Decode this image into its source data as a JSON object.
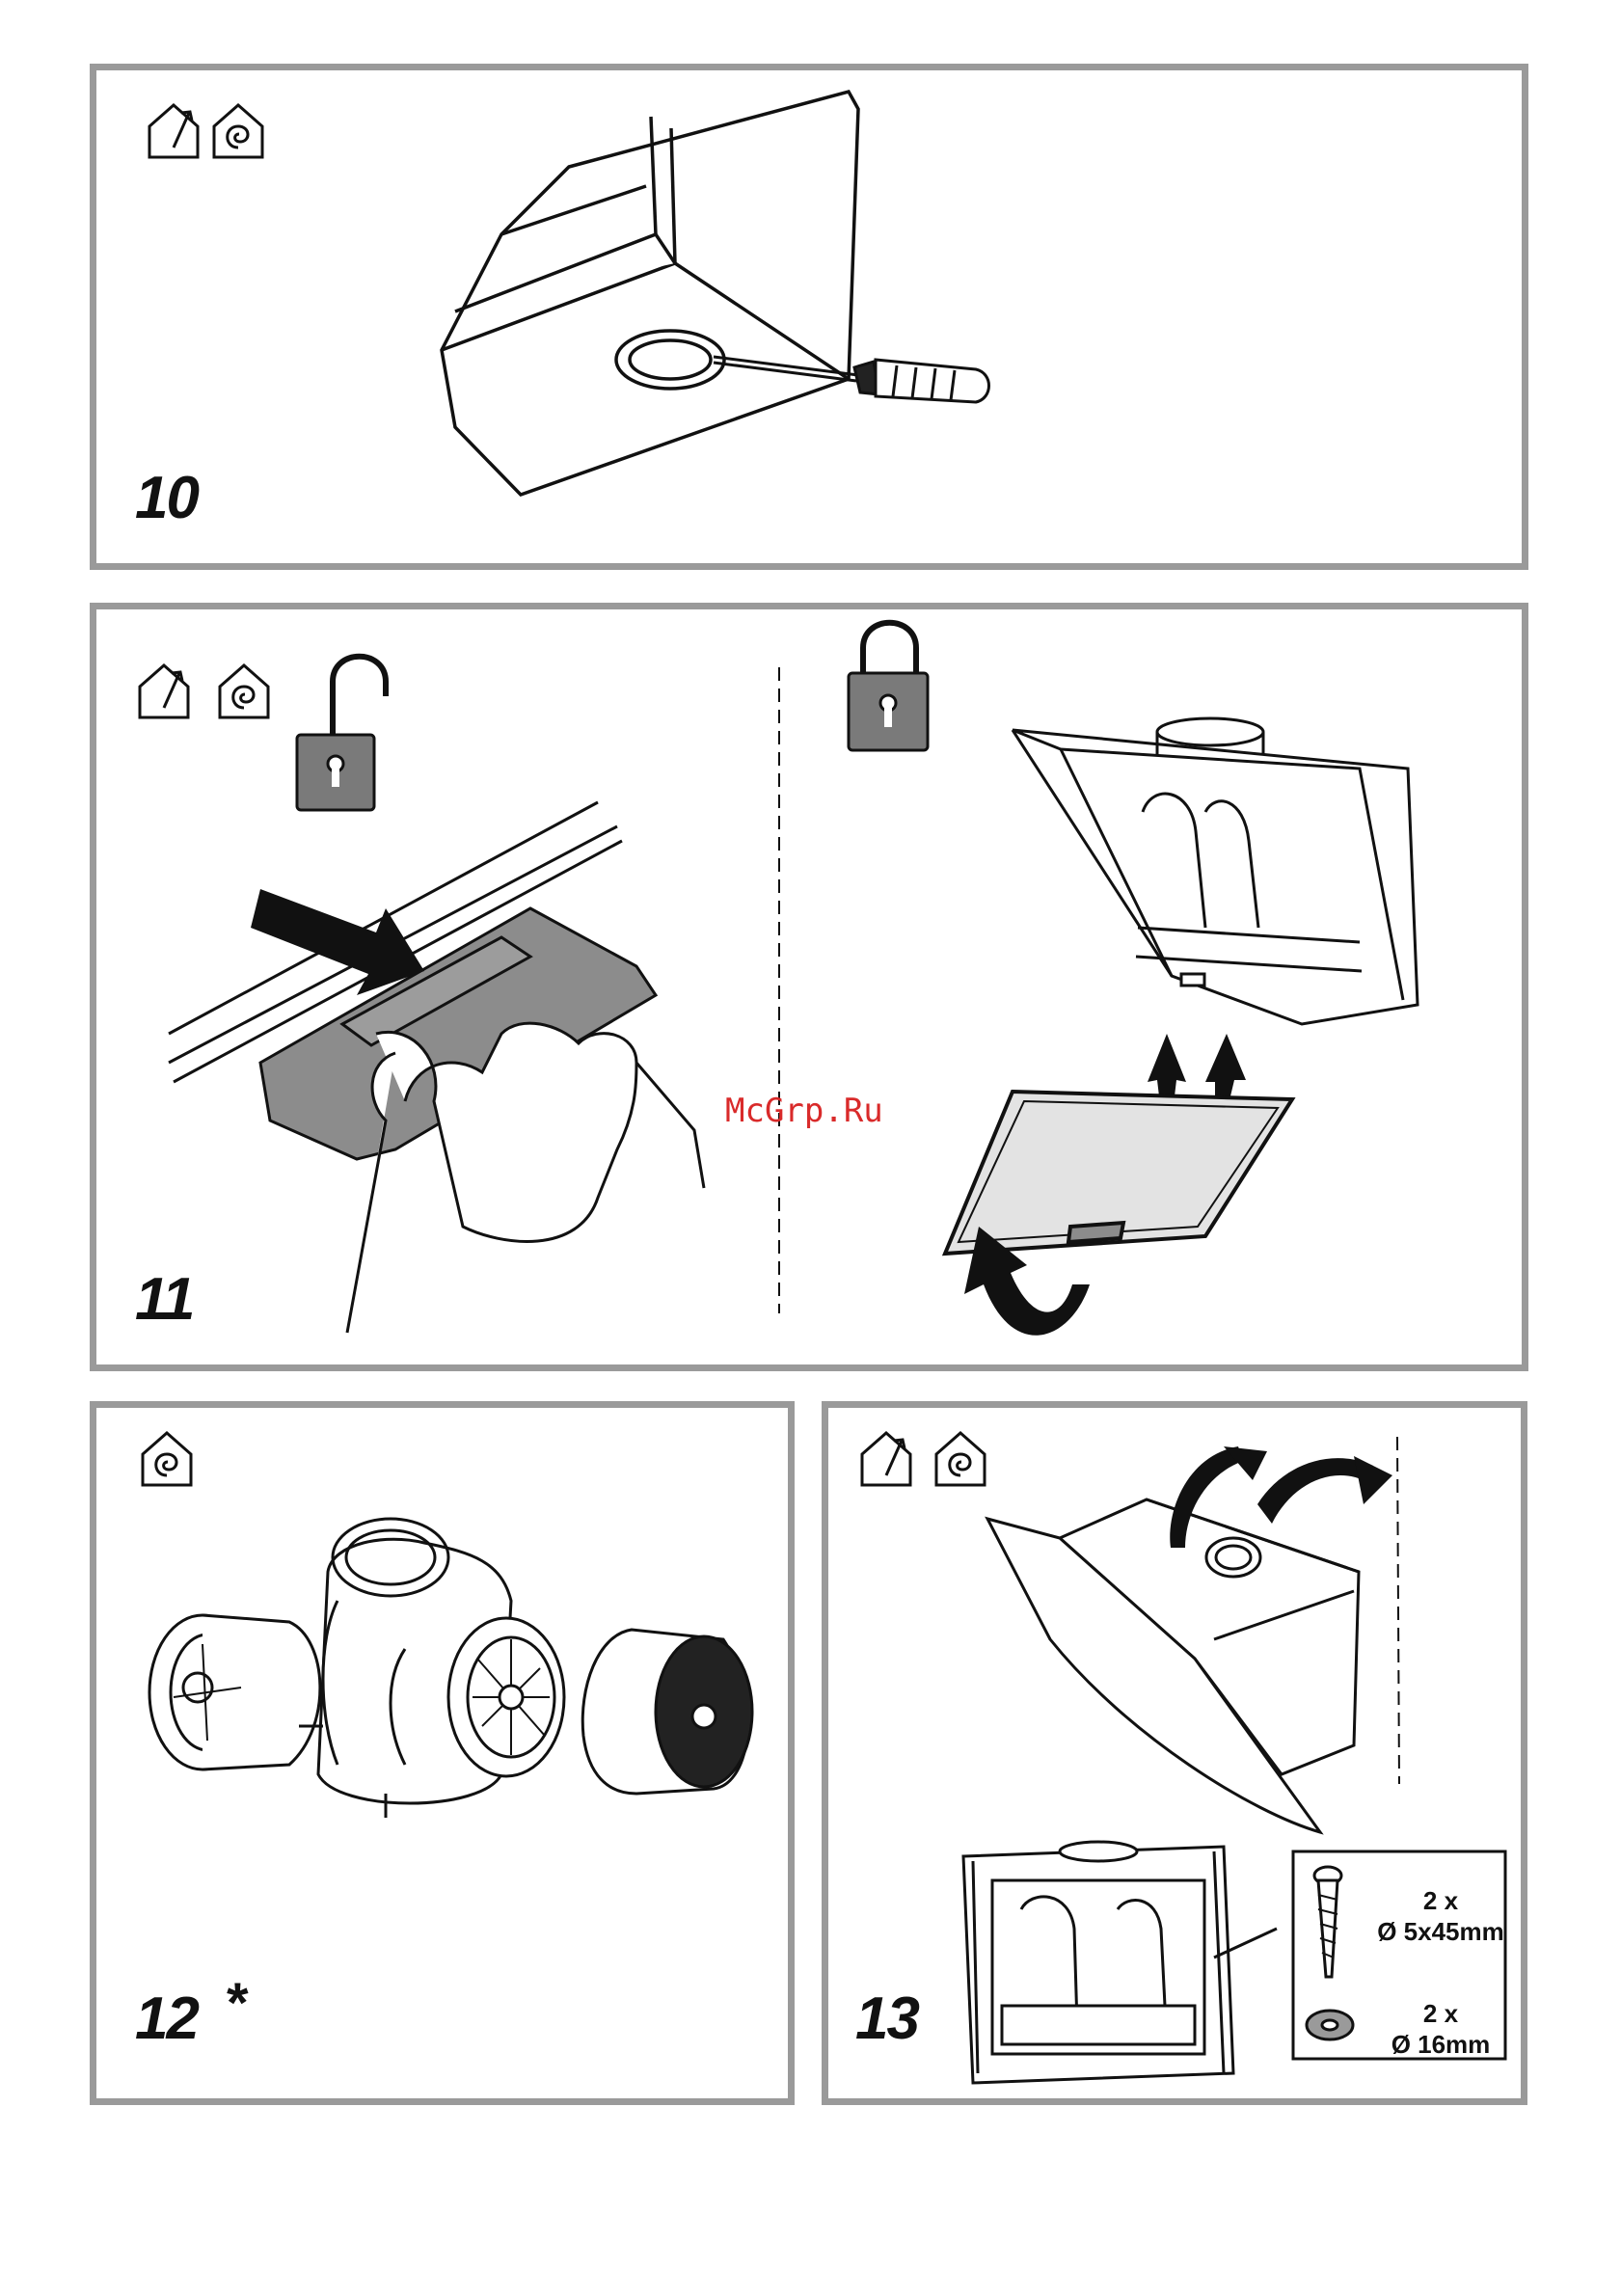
{
  "steps": [
    {
      "number": "10",
      "icons": [
        "extraction-mode-icon",
        "recirculation-mode-icon"
      ]
    },
    {
      "number": "11",
      "icons": [
        "extraction-mode-icon",
        "recirculation-mode-icon",
        "unlock-icon",
        "lock-icon"
      ]
    },
    {
      "number": "12",
      "marker": "*",
      "icons": [
        "recirculation-mode-icon"
      ]
    },
    {
      "number": "13",
      "icons": [
        "extraction-mode-icon",
        "recirculation-mode-icon"
      ]
    }
  ],
  "watermark": "McGrp.Ru",
  "hardware": {
    "screw_qty": "2 x",
    "screw_size": "Ø 5x45mm",
    "washer_qty": "2 x",
    "washer_size": "Ø 16mm"
  },
  "colors": {
    "frame": "#9a9a9a",
    "lock_fill": "#7a7a7a",
    "filter_fill": "#8c8c8c",
    "watermark": "#d92a2a"
  }
}
